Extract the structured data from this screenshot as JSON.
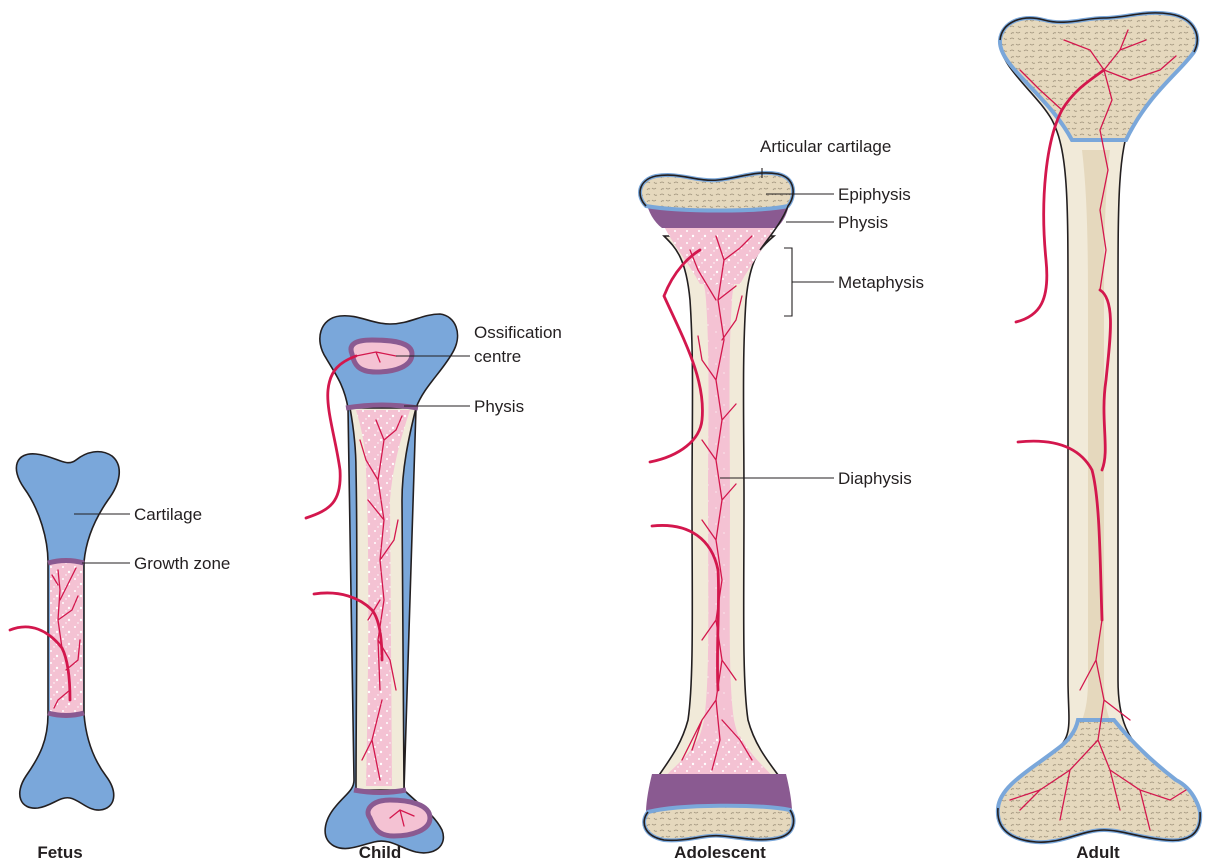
{
  "colors": {
    "cartilage": "#7aa7da",
    "physis": "#8a5a91",
    "marrow": "#f4c2d3",
    "cortex": "#f1ead9",
    "spongy_bone": "#e5d8bd",
    "blood_vessel": "#d3174d"
  },
  "stages": {
    "fetus": "Fetus",
    "child": "Child",
    "adolescent": "Adolescent",
    "adult": "Adult"
  },
  "labels": {
    "cartilage": "Cartilage",
    "growth_zone": "Growth zone",
    "ossification_line1": "Ossification",
    "ossification_line2": "centre",
    "physis_child": "Physis",
    "articular_cartilage": "Articular cartilage",
    "epiphysis": "Epiphysis",
    "physis_adolescent": "Physis",
    "metaphysis": "Metaphysis",
    "diaphysis": "Diaphysis"
  }
}
